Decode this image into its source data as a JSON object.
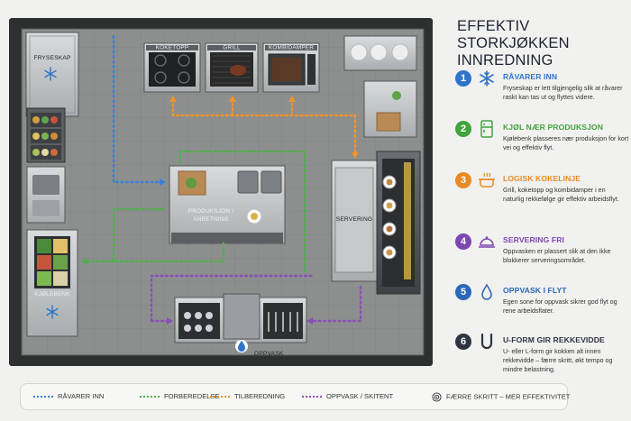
{
  "plan": {
    "labels": {
      "fryseskap": "FRYSESKAP",
      "koketopp": "KOKETOPP",
      "grill": "GRILL",
      "kombidamper": "KOMBIDAMPER",
      "produksjon_line1": "PRODUKSJON /",
      "produksjon_line2": "ANRETNING",
      "servering": "SERVERING",
      "kjolebenk": "KJØLEBENK",
      "oppvask": "OPPVASK"
    },
    "colors": {
      "ravarer_inn": "#3f7fd3",
      "forberedelse": "#4fb04a",
      "tilberedning": "#f0942a",
      "oppvask": "#8b4fb8"
    }
  },
  "panel": {
    "title_line1": "EFFEKTIV STORKJØKKEN",
    "title_line2": "INNREDNING",
    "steps": [
      {
        "num": "1",
        "icon": "snowflake-icon",
        "color": "#2f74c8",
        "head": "RÅVARER INN",
        "body": "Fryseskap er lett tilgjengelig slik at råvarer raskt kan tas ut og flyttes videre."
      },
      {
        "num": "2",
        "icon": "fridge-icon",
        "color": "#43a33f",
        "head": "KJØL NÆR PRODUKSJON",
        "body": "Kjølebenk plasseres nær produksjon for kort vei og effektiv flyt."
      },
      {
        "num": "3",
        "icon": "pot-icon",
        "color": "#e98a22",
        "head": "LOGISK KOKELINJE",
        "body": "Grill, koketopp og kombidamper i en naturlig rekkefølge gir effektiv arbeidsflyt."
      },
      {
        "num": "4",
        "icon": "cloche-icon",
        "color": "#7d47b0",
        "head": "SERVERING FRI",
        "body": "Oppvasken er plassert slik at den ikke blokkerer serveringsområdet."
      },
      {
        "num": "5",
        "icon": "water-drop-icon",
        "color": "#2a68b8",
        "head": "OPPVASK I FLYT",
        "body": "Egen sone for oppvask sikrer god flyt og rene arbeidsflater."
      },
      {
        "num": "6",
        "icon": "u-shape-icon",
        "color": "#2f3440",
        "head": "U-FORM GIR REKKEVIDDE",
        "body": "U- eller L-form gir kokken alt innen rekkevidde – færre skritt, økt tempo og mindre belastning."
      }
    ]
  },
  "legend": {
    "items": [
      {
        "label": "RÅVARER INN",
        "color": "#3f7fd3"
      },
      {
        "label": "FORBEREDELSE",
        "color": "#4fb04a"
      },
      {
        "label": "TILBEREDNING",
        "color": "#f0942a"
      },
      {
        "label": "OPPVASK / SKITENT",
        "color": "#8b4fb8"
      }
    ],
    "footer": "FÆRRE SKRITT – MER EFFEKTIVITET",
    "footer_icon": "target-icon"
  }
}
